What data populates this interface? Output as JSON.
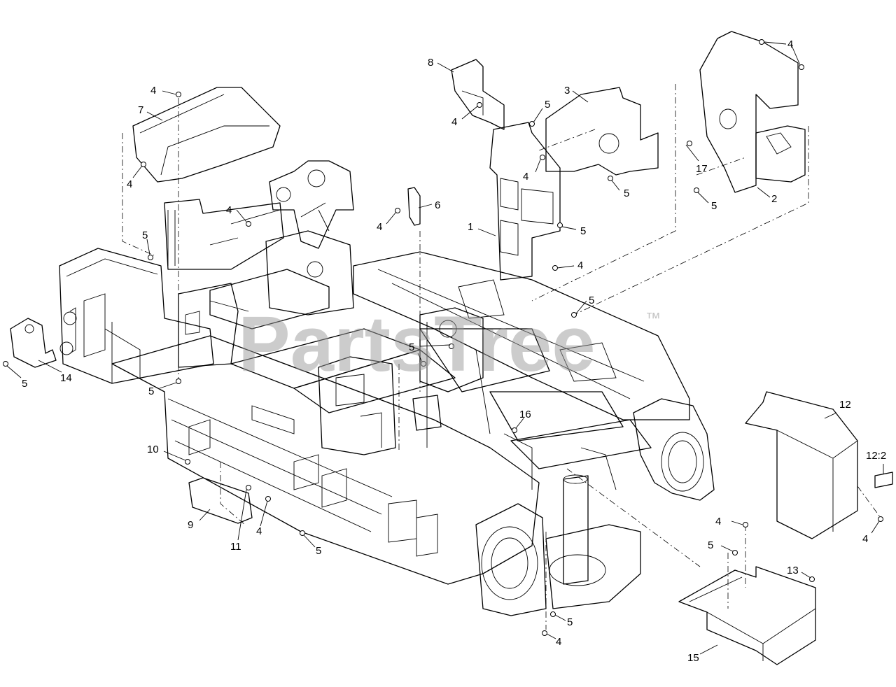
{
  "watermark": {
    "brand": "PartsTree",
    "mark": "™"
  },
  "callouts": [
    {
      "label": "4"
    },
    {
      "label": "7"
    },
    {
      "label": "4"
    },
    {
      "label": "4"
    },
    {
      "label": "5"
    },
    {
      "label": "8"
    },
    {
      "label": "4"
    },
    {
      "label": "5"
    },
    {
      "label": "3"
    },
    {
      "label": "4"
    },
    {
      "label": "4"
    },
    {
      "label": "17"
    },
    {
      "label": "5"
    },
    {
      "label": "2"
    },
    {
      "label": "5"
    },
    {
      "label": "6"
    },
    {
      "label": "4"
    },
    {
      "label": "1"
    },
    {
      "label": "5"
    },
    {
      "label": "4"
    },
    {
      "label": "5"
    },
    {
      "label": "5"
    },
    {
      "label": "5"
    },
    {
      "label": "14"
    },
    {
      "label": "5"
    },
    {
      "label": "16"
    },
    {
      "label": "12"
    },
    {
      "label": "12:2"
    },
    {
      "label": "10"
    },
    {
      "label": "9"
    },
    {
      "label": "11"
    },
    {
      "label": "4"
    },
    {
      "label": "5"
    },
    {
      "label": "4"
    },
    {
      "label": "5"
    },
    {
      "label": "4"
    },
    {
      "label": "13"
    },
    {
      "label": "5"
    },
    {
      "label": "4"
    },
    {
      "label": "15"
    }
  ]
}
